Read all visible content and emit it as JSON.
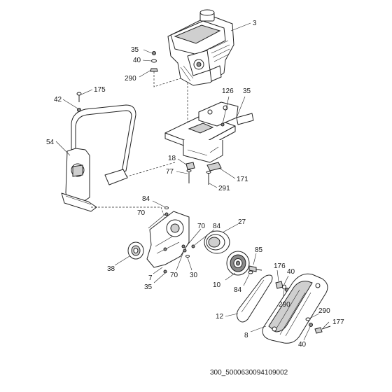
{
  "callouts": {
    "c3": "3",
    "c35_top": "35",
    "c40_top": "40",
    "c290_top": "290",
    "c175": "175",
    "c42": "42",
    "c126": "126",
    "c35_plate": "35",
    "c54": "54",
    "c18": "18",
    "c77": "77",
    "c171": "171",
    "c291": "291",
    "c84_top": "84",
    "c70_top": "70",
    "c70_mid": "70",
    "c84_mid": "84",
    "c27": "27",
    "c85": "85",
    "c38": "38",
    "c7": "7",
    "c35_low": "35",
    "c70_low": "70",
    "c30": "30",
    "c10": "10",
    "c84_low": "84",
    "c176": "176",
    "c40_right": "40",
    "c290_mid": "290",
    "c12": "12",
    "c290_right": "290",
    "c177": "177",
    "c8": "8",
    "c40_bottom": "40"
  },
  "footer": {
    "reference": "300_5000630094109002"
  }
}
